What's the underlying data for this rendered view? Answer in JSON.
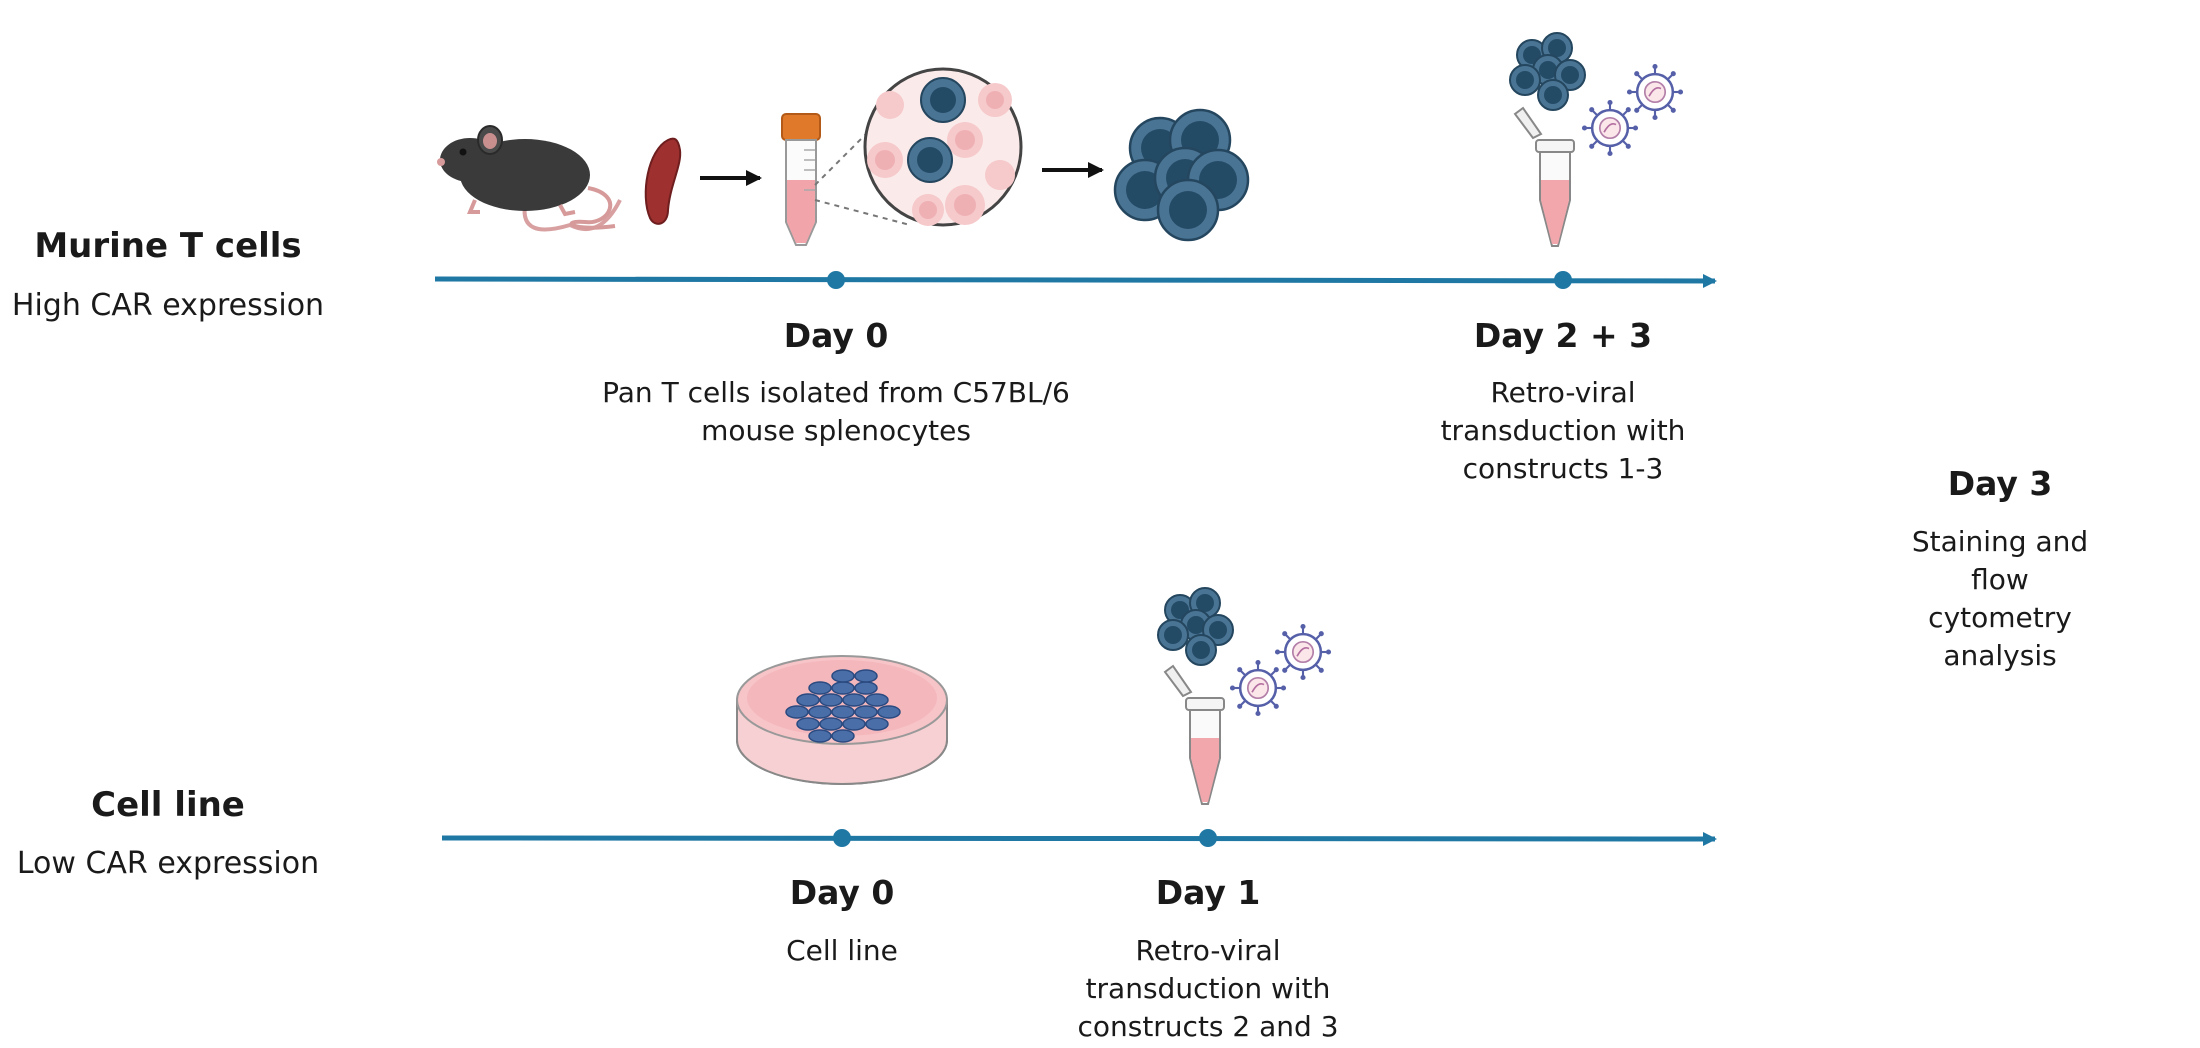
{
  "rows": {
    "murine": {
      "title": "Murine T cells",
      "subtitle": "High CAR expression",
      "events": [
        {
          "day": "Day 0",
          "description": "Pan T cells isolated from C57BL/6\nmouse splenocytes"
        },
        {
          "day": "Day 2 + 3",
          "description": "Retro-viral\ntransduction with\nconstructs 1-3"
        }
      ]
    },
    "cell_line": {
      "title": "Cell line",
      "subtitle": "Low CAR expression",
      "events": [
        {
          "day": "Day 0",
          "description": "Cell line"
        },
        {
          "day": "Day 1",
          "description": "Retro-viral\ntransduction with\nconstructs 2 and 3"
        }
      ]
    }
  },
  "final": {
    "day": "Day 3",
    "description": "Staining and flow cytometry\nanalysis"
  },
  "colors": {
    "timeline": "#1f78a4",
    "cell_dark": "#3d6886",
    "cell_nucleus": "#1f4560",
    "pink": "#f4c1c4",
    "virus": "#5560a8",
    "tube_cap": "#e07a2a"
  },
  "icons": [
    "mouse-icon",
    "spleen-icon",
    "arrow-icon",
    "falcon-tube-icon",
    "magnified-cells-icon",
    "t-cell-cluster-icon",
    "petri-dish-icon",
    "microtube-icon",
    "retrovirus-icon"
  ]
}
